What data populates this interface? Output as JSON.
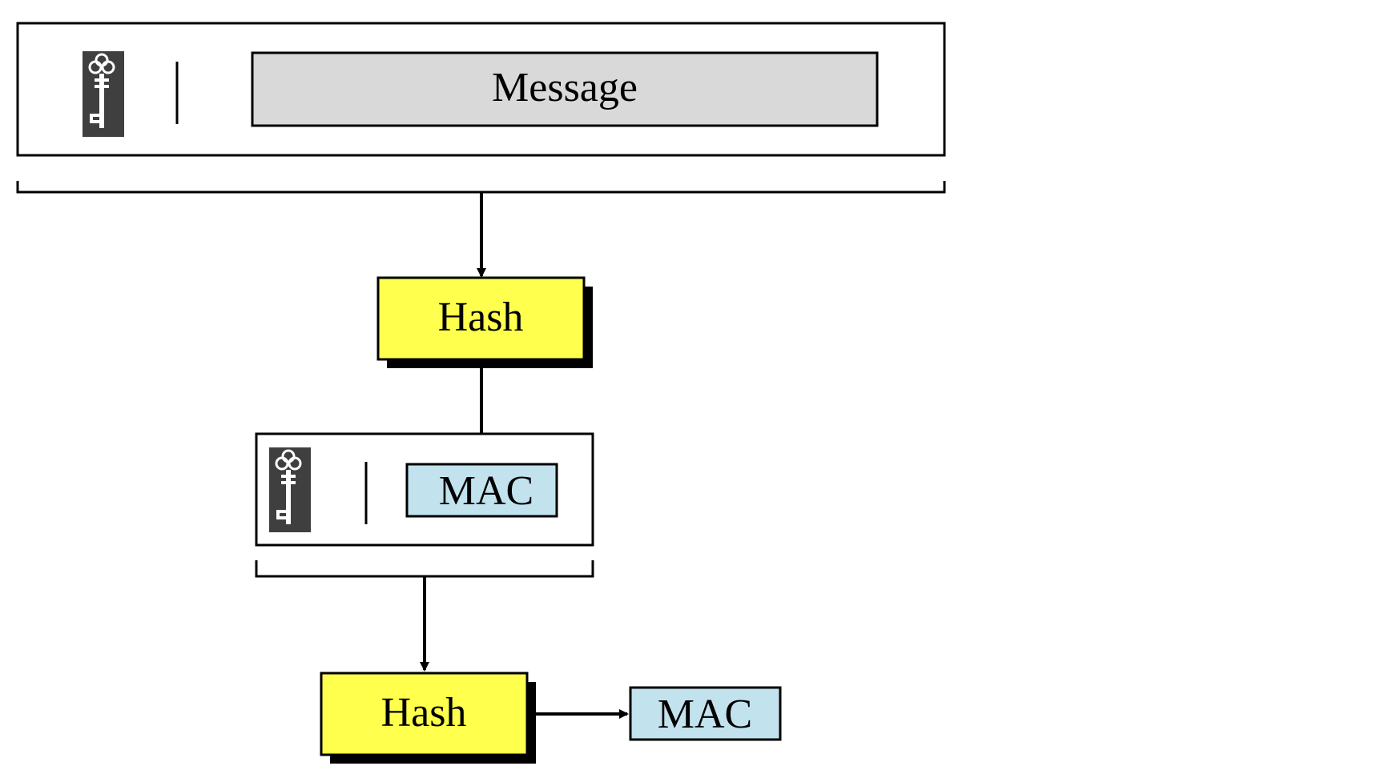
{
  "diagram": {
    "input": {
      "message_label": "Message"
    },
    "hash_1": {
      "label": "Hash"
    },
    "intermediate": {
      "mac_label": "MAC"
    },
    "hash_2": {
      "label": "Hash"
    },
    "output": {
      "mac_label": "MAC"
    }
  },
  "colors": {
    "hash_fill": "#ffff4d",
    "hash_shadow": "#000000",
    "mac_fill": "#c2e2ee",
    "message_fill": "#d9d9d9",
    "key_tile": "#3f3f3f",
    "key_glyph": "#ffffff",
    "stroke": "#000000"
  },
  "icons": [
    "key-icon"
  ]
}
